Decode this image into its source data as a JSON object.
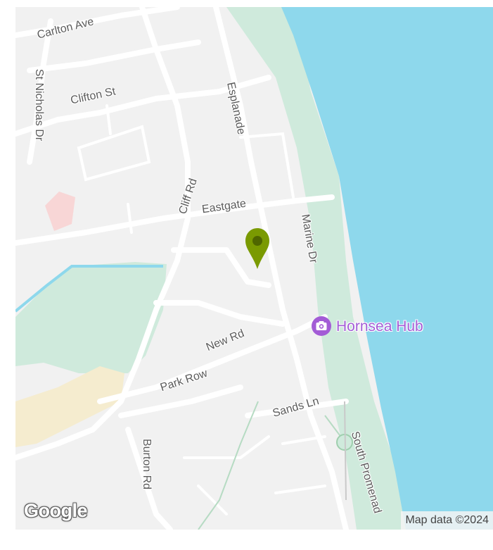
{
  "map": {
    "streets": {
      "carlton_ave": "Carlton Ave",
      "st_nicholas_dr": "St Nicholas Dr",
      "clifton_st": "Clifton St",
      "esplanade": "Esplanade",
      "cliff_rd": "Cliff Rd",
      "eastgate": "Eastgate",
      "marine_dr": "Marine Dr",
      "new_rd": "New Rd",
      "park_row": "Park Row",
      "sands_ln": "Sands Ln",
      "south_promenade": "South Promenad",
      "burton_rd": "Burton Rd"
    },
    "poi": {
      "name": "Hornsea Hub",
      "icon": "camera-icon",
      "color": "#a35cd6"
    },
    "marker": {
      "icon": "map-pin-icon",
      "color": "#7a9a01"
    },
    "logo": "Google",
    "attribution": "Map data ©2024",
    "colors": {
      "water": "#8ed8ec",
      "park": "#cfeadc",
      "road": "#ffffff",
      "land": "#f1f1f1"
    }
  }
}
